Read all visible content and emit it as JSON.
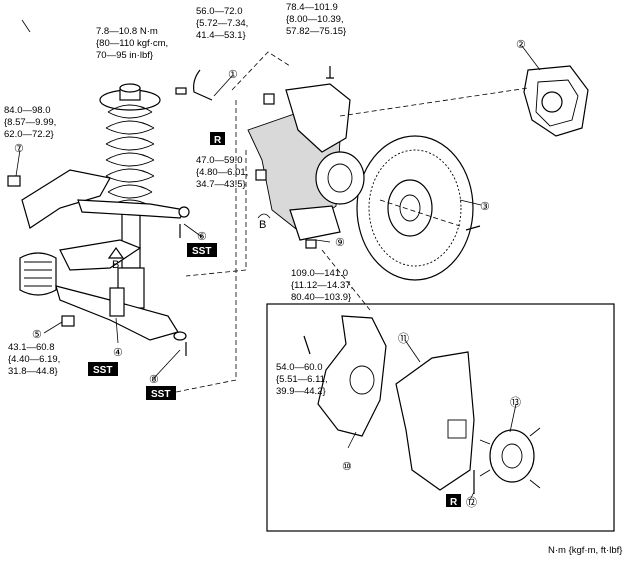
{
  "torque_specs": {
    "t1": [
      "7.8—10.8 N·m",
      "{80—110 kgf·cm,",
      "70—95 in·lbf}"
    ],
    "t2": [
      "56.0—72.0",
      "{5.72—7.34,",
      "41.4—53.1}"
    ],
    "t3": [
      "78.4—101.9",
      "{8.00—10.39,",
      "57.82—75.15}"
    ],
    "t4": [
      "84.0—98.0",
      "{8.57—9.99,",
      "62.0—72.2}"
    ],
    "t5": [
      "47.0—59.0",
      "{4.80—6.01,",
      "34.7—43.5}"
    ],
    "t6": [
      "109.0—141.0",
      "{11.12—14.37,",
      "80.40—103.9}"
    ],
    "t7": [
      "43.1—60.8",
      "{4.40—6.19,",
      "31.8—44.8}"
    ],
    "t8": [
      "54.0—60.0",
      "{5.51—6.11,",
      "39.9—44.2}"
    ]
  },
  "callouts": [
    "①",
    "②",
    "③",
    "④",
    "⑤",
    "⑥",
    "⑦",
    "⑧",
    "⑨",
    "⑩",
    "⑪",
    "⑫",
    "⑬"
  ],
  "markers": {
    "B": "B",
    "R": "R",
    "SST": "SST"
  },
  "units_note": "N·m {kgf·m, ft·lbf}"
}
